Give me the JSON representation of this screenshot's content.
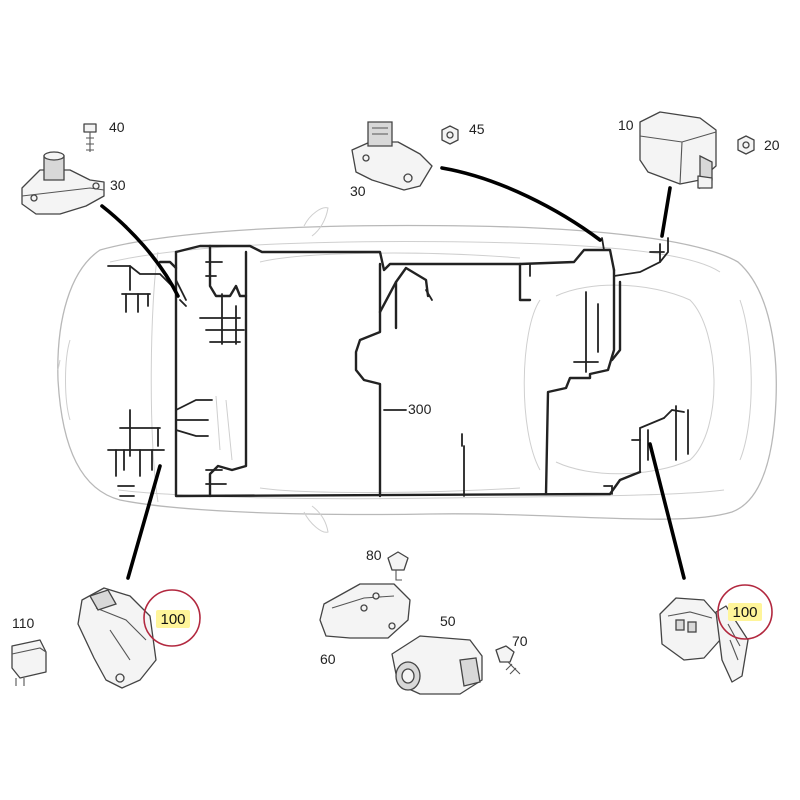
{
  "diagram": {
    "part_labels": {
      "p10": "10",
      "p20": "20",
      "p30_left": "30",
      "p30_center": "30",
      "p40": "40",
      "p45": "45",
      "p50": "50",
      "p60": "60",
      "p70": "70",
      "p80": "80",
      "p100_left": "100",
      "p100_right": "100",
      "p110": "110",
      "p300": "300"
    },
    "colors": {
      "highlight": "#fff59a",
      "circle": "#b2283f",
      "harness": "#222222",
      "body": "#b8b8b8"
    }
  }
}
